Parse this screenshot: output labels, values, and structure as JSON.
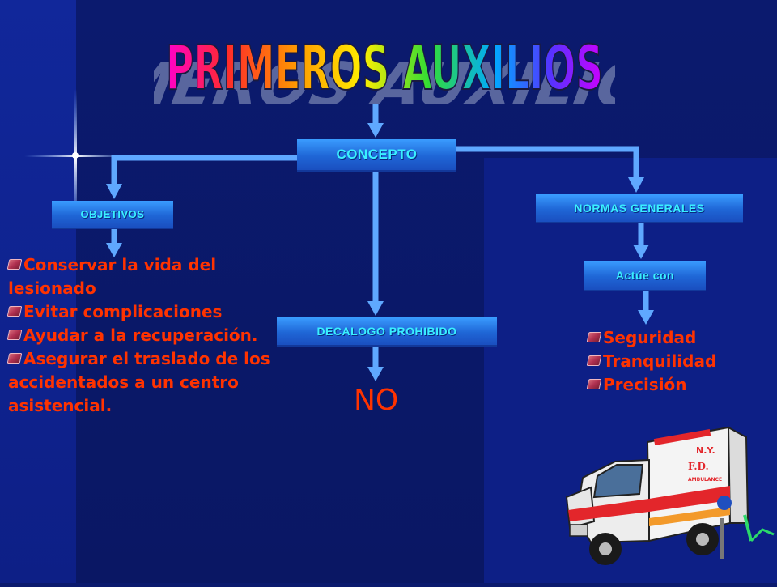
{
  "title": "PRIMEROS AUXILIOS",
  "nodes": {
    "concepto": "CONCEPTO",
    "objetivos": "OBJETIVOS",
    "normas": "NORMAS GENERALES",
    "actue": "Actúe con",
    "decalogo": "DECALOGO PROHIBIDO",
    "no": "NO"
  },
  "objetivos_items": [
    "Conservar la vida del lesionado",
    "Evitar complicaciones",
    "Ayudar a la recuperación.",
    "Asegurar el traslado de los accidentados a un centro asistencial."
  ],
  "actue_items": [
    "Seguridad",
    "Tranquilidad",
    "Precisión"
  ],
  "ambulance": {
    "unit_text": "N.Y.",
    "dept_text": "F.D.",
    "side_text": "AMBULANCE"
  },
  "colors": {
    "background": "#0b1a6e",
    "box": "#1f66d6",
    "box_text": "#3af0ff",
    "arrow": "#5fa8ff",
    "list_text": "#ff3300"
  }
}
